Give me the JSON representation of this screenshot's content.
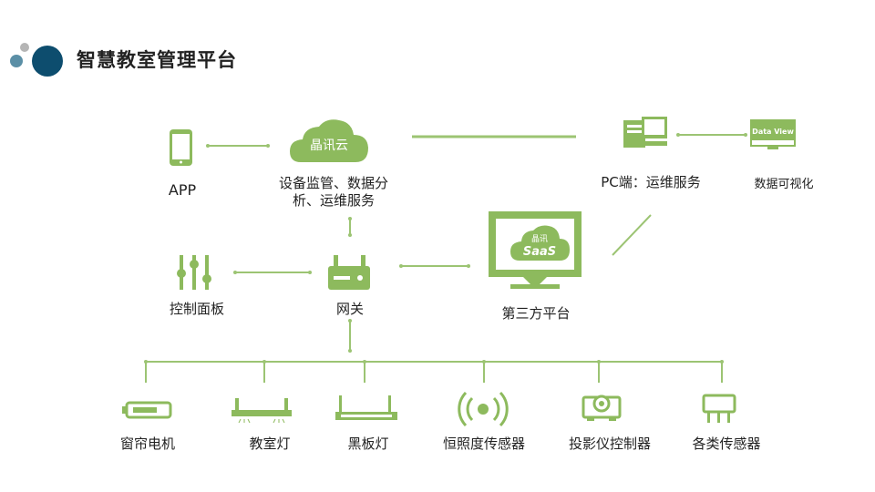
{
  "header": {
    "title": "智慧教室管理平台"
  },
  "colors": {
    "accent_green": "#8dba5d",
    "line_green": "#9cc473",
    "logo_dark": "#0d4d6e",
    "logo_mid": "#5b8fa6",
    "logo_light": "#b5b5b5"
  },
  "nodes": {
    "app": {
      "label": "APP"
    },
    "cloud": {
      "icon_text": "晶讯云",
      "caption_line1": "设备监管、数据分",
      "caption_line2": "析、运维服务"
    },
    "pc": {
      "label": "PC端：运维服务"
    },
    "data_view": {
      "icon_text": "Data View",
      "label": "数据可视化"
    },
    "control_panel": {
      "label": "控制面板"
    },
    "gateway": {
      "label": "网关"
    },
    "saas": {
      "icon_text_top": "晶讯",
      "icon_text_bottom": "SaaS",
      "label": "第三方平台"
    }
  },
  "devices": [
    {
      "label": "窗帘电机",
      "icon": "curtain-motor-icon"
    },
    {
      "label": "教室灯",
      "icon": "classroom-light-icon"
    },
    {
      "label": "黑板灯",
      "icon": "blackboard-light-icon"
    },
    {
      "label": "恒照度传感器",
      "icon": "illuminance-sensor-icon"
    },
    {
      "label": "投影仪控制器",
      "icon": "projector-controller-icon"
    },
    {
      "label": "各类传感器",
      "icon": "sensor-icon"
    }
  ]
}
